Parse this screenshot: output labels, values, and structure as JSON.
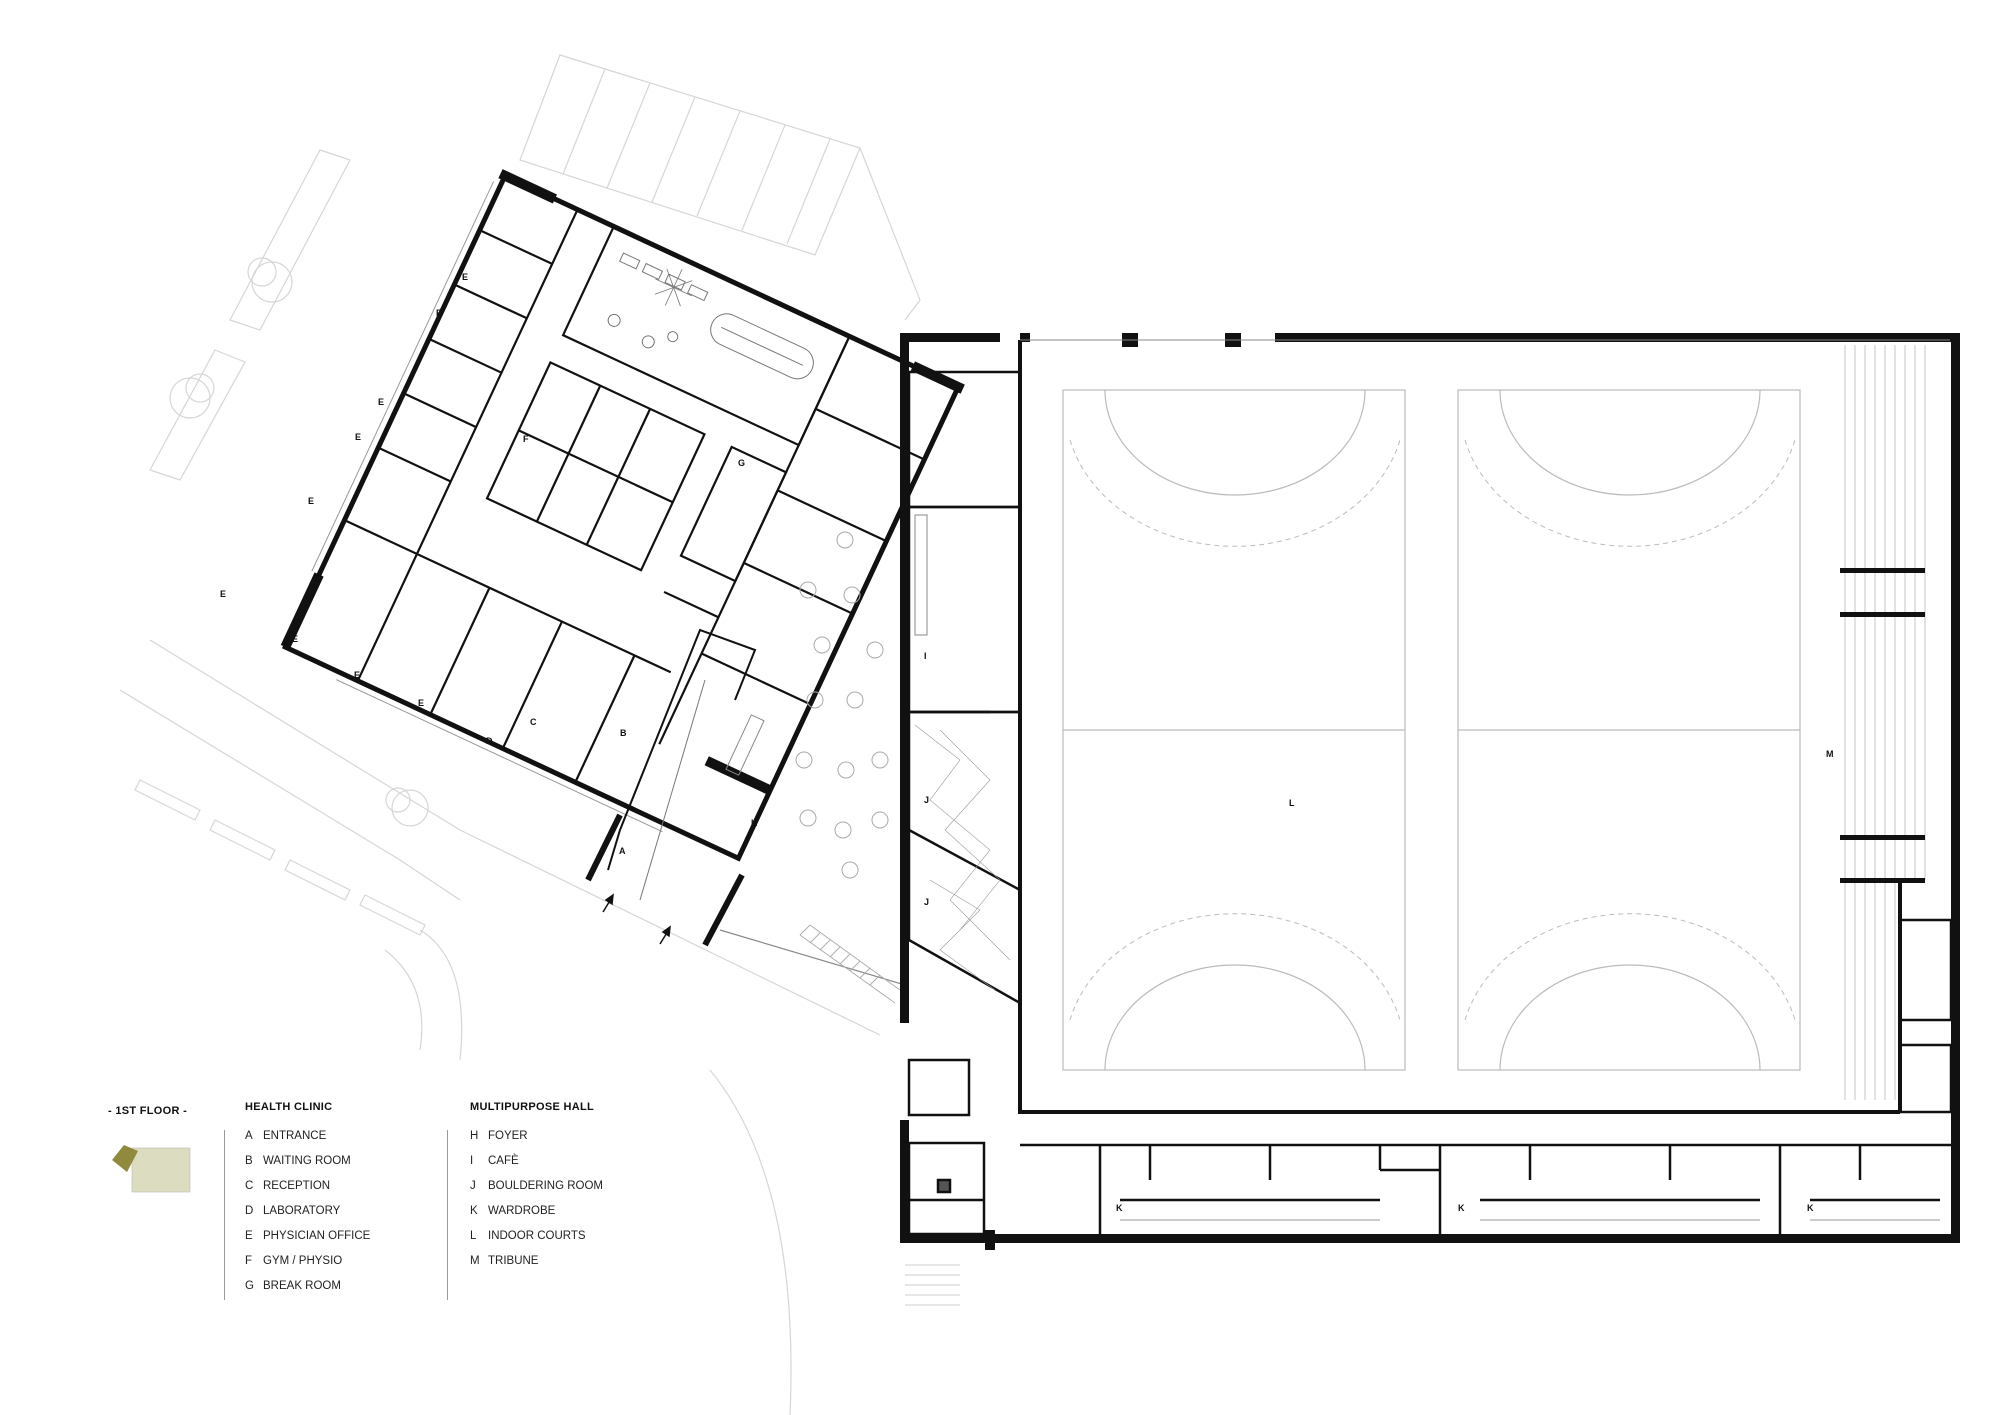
{
  "floor_title": "- 1ST FLOOR -",
  "colors": {
    "wall": "#111111",
    "line": "#c4c4c4",
    "light_line": "#dcdcdc",
    "keyplan_clinic": "#8f8a3d",
    "keyplan_hall": "#dcdcc0"
  },
  "legend": {
    "health_clinic": {
      "title": "HEALTH CLINIC",
      "items": [
        {
          "code": "A",
          "name": "ENTRANCE"
        },
        {
          "code": "B",
          "name": "WAITING ROOM"
        },
        {
          "code": "C",
          "name": "RECEPTION"
        },
        {
          "code": "D",
          "name": "LABORATORY"
        },
        {
          "code": "E",
          "name": "PHYSICIAN OFFICE"
        },
        {
          "code": "F",
          "name": "GYM / PHYSIO"
        },
        {
          "code": "G",
          "name": "BREAK ROOM"
        }
      ]
    },
    "multipurpose_hall": {
      "title": "MULTIPURPOSE HALL",
      "items": [
        {
          "code": "H",
          "name": "FOYER"
        },
        {
          "code": "I",
          "name": "CAFÈ"
        },
        {
          "code": "J",
          "name": "BOULDERING ROOM"
        },
        {
          "code": "K",
          "name": "WARDROBE"
        },
        {
          "code": "L",
          "name": "INDOOR COURTS"
        },
        {
          "code": "M",
          "name": "TRIBUNE"
        }
      ]
    }
  },
  "room_labels": {
    "clinic_e": [
      "E",
      "E",
      "E",
      "E",
      "E",
      "E",
      "E",
      "E",
      "E"
    ],
    "clinic_other": [
      "F",
      "G",
      "B",
      "C",
      "D",
      "A"
    ],
    "hall": [
      "H",
      "I",
      "J",
      "J",
      "L",
      "M",
      "K",
      "K",
      "K"
    ]
  }
}
